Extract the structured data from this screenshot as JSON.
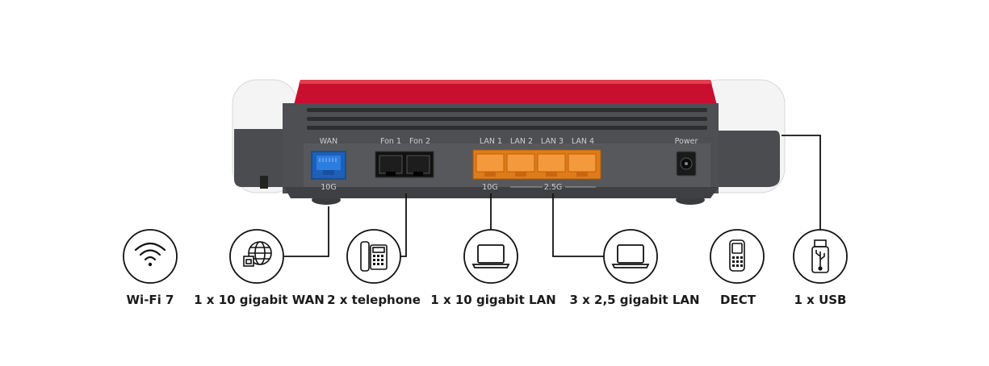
{
  "router": {
    "port_labels": {
      "wan": "WAN",
      "fon1": "Fon 1",
      "fon2": "Fon 2",
      "lan1": "LAN 1",
      "lan2": "LAN 2",
      "lan3": "LAN 3",
      "lan4": "LAN 4",
      "power": "Power"
    },
    "speed_labels": {
      "wan_speed": "10G",
      "lan1_speed": "10G",
      "lan_rest_speed": "2.5G"
    },
    "colors": {
      "body": "#4a4c4f",
      "top_red": "#c8102e",
      "end_caps": "#f3f3f3",
      "wan_port": "#1f6fd1",
      "lan_ports": "#f28c28"
    }
  },
  "features": [
    {
      "icon": "wifi-icon",
      "label": "Wi-Fi 7"
    },
    {
      "icon": "globe-icon",
      "label": "1 x 10 gigabit WAN"
    },
    {
      "icon": "telephone-icon",
      "label": "2 x telephone"
    },
    {
      "icon": "laptop-icon",
      "label": "1 x 10 gigabit LAN"
    },
    {
      "icon": "laptop-icon",
      "label": "3 x 2,5 gigabit LAN"
    },
    {
      "icon": "dect-phone-icon",
      "label": "DECT"
    },
    {
      "icon": "usb-icon",
      "label": "1 x USB"
    }
  ]
}
